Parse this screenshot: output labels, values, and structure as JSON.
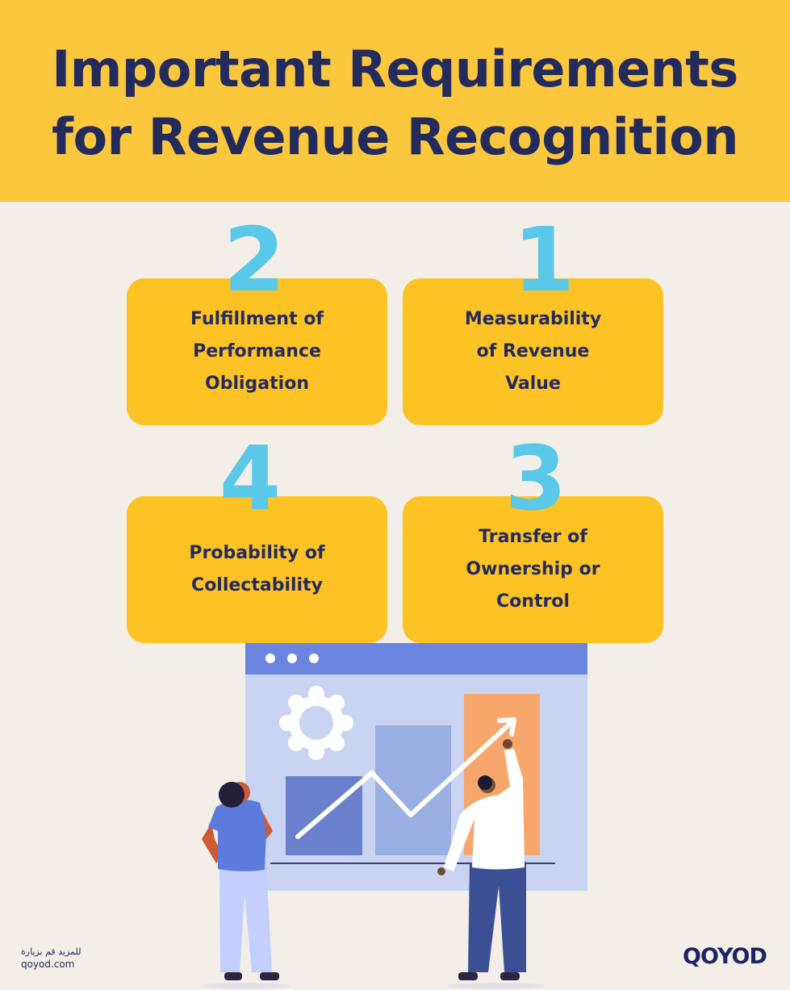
{
  "header": {
    "title_line1": "Important Requirements",
    "title_line2": "for Revenue Recognition"
  },
  "requirements": [
    {
      "number": "1",
      "label": "Measurability of Revenue Value"
    },
    {
      "number": "2",
      "label": "Fulfillment of Performance Obligation"
    },
    {
      "number": "3",
      "label": "Transfer of Ownership or Control"
    },
    {
      "number": "4",
      "label": "Probability of Collectability"
    }
  ],
  "footer": {
    "arabic_text": "للمزيد قم بزيارة",
    "url": "qoyod.com",
    "logo": "QOYOD"
  },
  "colors": {
    "header": "#fac73d",
    "card": "#fdc324",
    "number": "#5ac8e8",
    "text": "#232a5c",
    "background": "#f4eee8"
  },
  "illustration": {
    "icons": [
      "gear-icon",
      "bar-chart",
      "trend-arrow"
    ]
  }
}
